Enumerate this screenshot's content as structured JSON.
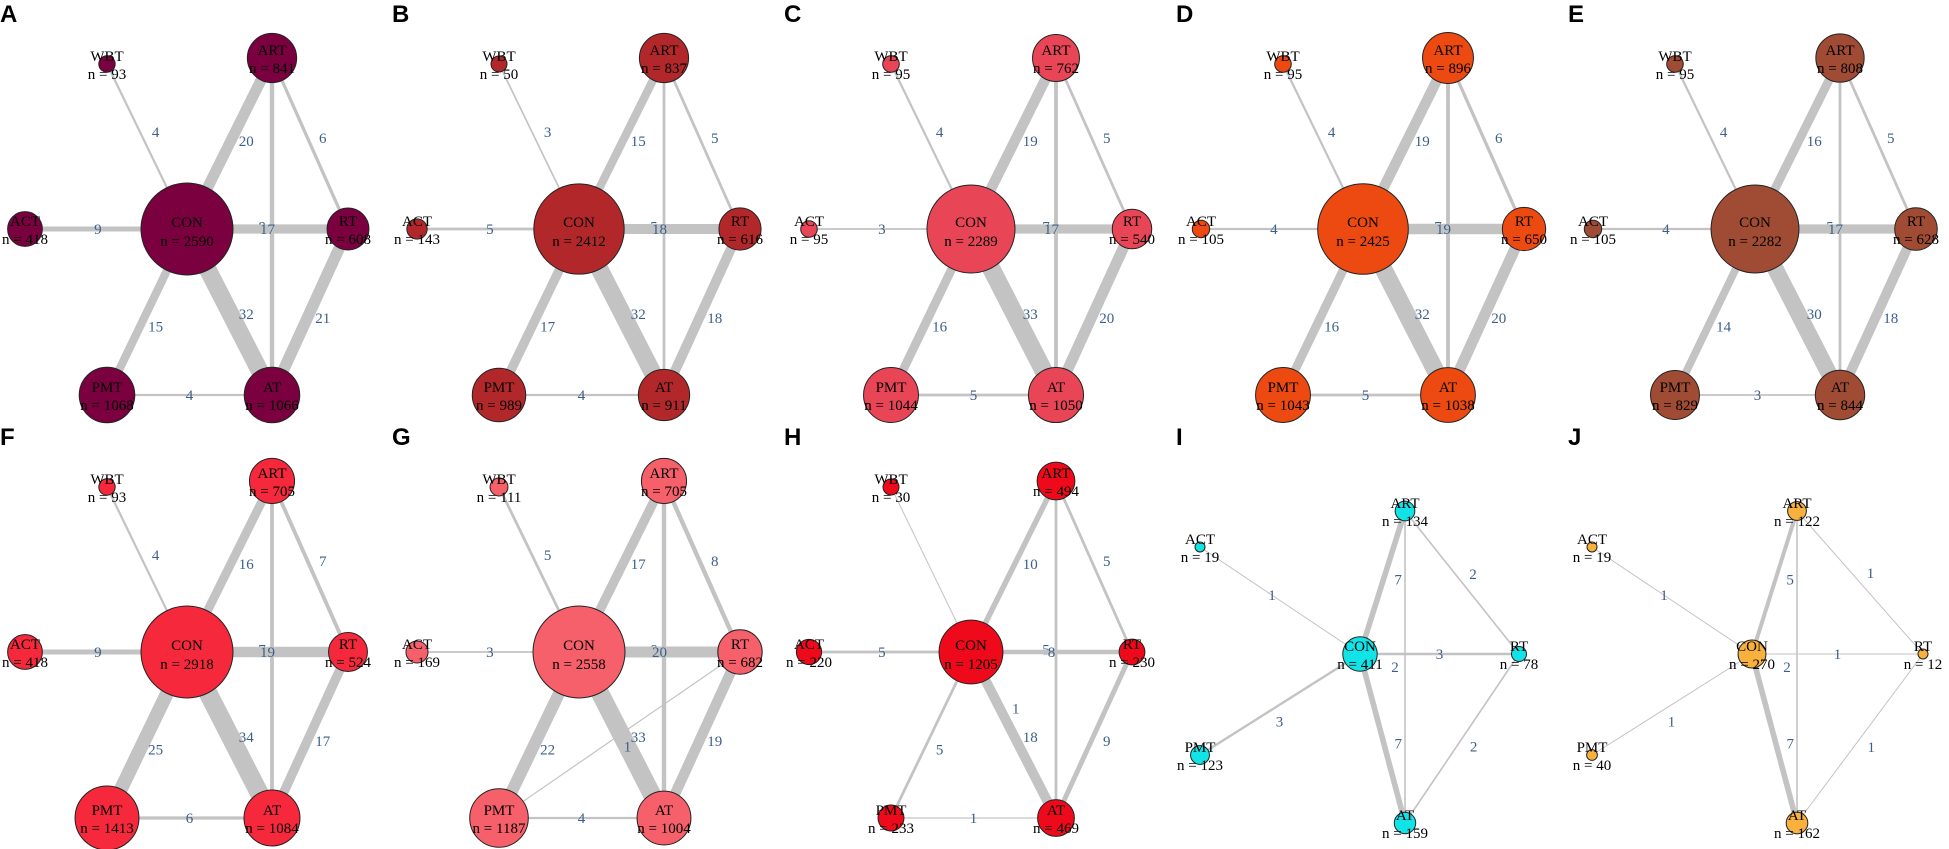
{
  "panels": [
    {
      "letter": "A",
      "color": "#7a0040",
      "nodes": [
        {
          "id": "WBT",
          "label": "WBT",
          "n": "n = 93"
        },
        {
          "id": "ART",
          "label": "ART",
          "n": "n = 841"
        },
        {
          "id": "ACT",
          "label": "ACT",
          "n": "n = 418"
        },
        {
          "id": "CON",
          "label": "CON",
          "n": "n = 2590"
        },
        {
          "id": "RT",
          "label": "RT",
          "n": "n = 608"
        },
        {
          "id": "PMT",
          "label": "PMT",
          "n": "n = 1068"
        },
        {
          "id": "AT",
          "label": "AT",
          "n": "n = 1066"
        }
      ],
      "edges": [
        {
          "a": "WBT",
          "b": "CON",
          "w": "4"
        },
        {
          "a": "ART",
          "b": "CON",
          "w": "20"
        },
        {
          "a": "ART",
          "b": "RT",
          "w": "6"
        },
        {
          "a": "ART",
          "b": "AT",
          "w": "8"
        },
        {
          "a": "ACT",
          "b": "CON",
          "w": "9"
        },
        {
          "a": "CON",
          "b": "RT",
          "w": "17"
        },
        {
          "a": "CON",
          "b": "PMT",
          "w": "15"
        },
        {
          "a": "CON",
          "b": "AT",
          "w": "32"
        },
        {
          "a": "RT",
          "b": "AT",
          "w": "21"
        },
        {
          "a": "PMT",
          "b": "AT",
          "w": "4"
        }
      ]
    },
    {
      "letter": "B",
      "color": "#b2282a",
      "nodes": [
        {
          "id": "WBT",
          "label": "WBT",
          "n": "n = 50"
        },
        {
          "id": "ART",
          "label": "ART",
          "n": "n = 837"
        },
        {
          "id": "ACT",
          "label": "ACT",
          "n": "n = 143"
        },
        {
          "id": "CON",
          "label": "CON",
          "n": "n = 2412"
        },
        {
          "id": "RT",
          "label": "RT",
          "n": "n = 616"
        },
        {
          "id": "PMT",
          "label": "PMT",
          "n": "n = 989"
        },
        {
          "id": "AT",
          "label": "AT",
          "n": "n = 911"
        }
      ],
      "edges": [
        {
          "a": "WBT",
          "b": "CON",
          "w": "3"
        },
        {
          "a": "ART",
          "b": "CON",
          "w": "15"
        },
        {
          "a": "ART",
          "b": "RT",
          "w": "5"
        },
        {
          "a": "ART",
          "b": "AT",
          "w": "5"
        },
        {
          "a": "ACT",
          "b": "CON",
          "w": "5"
        },
        {
          "a": "CON",
          "b": "RT",
          "w": "18"
        },
        {
          "a": "CON",
          "b": "PMT",
          "w": "17"
        },
        {
          "a": "CON",
          "b": "AT",
          "w": "32"
        },
        {
          "a": "RT",
          "b": "AT",
          "w": "18"
        },
        {
          "a": "PMT",
          "b": "AT",
          "w": "4"
        }
      ]
    },
    {
      "letter": "C",
      "color": "#e84657",
      "nodes": [
        {
          "id": "WBT",
          "label": "WBT",
          "n": "n = 95"
        },
        {
          "id": "ART",
          "label": "ART",
          "n": "n = 762"
        },
        {
          "id": "ACT",
          "label": "ACT",
          "n": "n = 95"
        },
        {
          "id": "CON",
          "label": "CON",
          "n": "n = 2289"
        },
        {
          "id": "RT",
          "label": "RT",
          "n": "n = 540"
        },
        {
          "id": "PMT",
          "label": "PMT",
          "n": "n = 1044"
        },
        {
          "id": "AT",
          "label": "AT",
          "n": "n = 1050"
        }
      ],
      "edges": [
        {
          "a": "WBT",
          "b": "CON",
          "w": "4"
        },
        {
          "a": "ART",
          "b": "CON",
          "w": "19"
        },
        {
          "a": "ART",
          "b": "RT",
          "w": "5"
        },
        {
          "a": "ART",
          "b": "AT",
          "w": "7"
        },
        {
          "a": "ACT",
          "b": "CON",
          "w": "3"
        },
        {
          "a": "CON",
          "b": "RT",
          "w": "17"
        },
        {
          "a": "CON",
          "b": "PMT",
          "w": "16"
        },
        {
          "a": "CON",
          "b": "AT",
          "w": "33"
        },
        {
          "a": "RT",
          "b": "AT",
          "w": "20"
        },
        {
          "a": "PMT",
          "b": "AT",
          "w": "5"
        }
      ]
    },
    {
      "letter": "D",
      "color": "#ec4a10",
      "nodes": [
        {
          "id": "WBT",
          "label": "WBT",
          "n": "n = 95"
        },
        {
          "id": "ART",
          "label": "ART",
          "n": "n = 896"
        },
        {
          "id": "ACT",
          "label": "ACT",
          "n": "n = 105"
        },
        {
          "id": "CON",
          "label": "CON",
          "n": "n = 2425"
        },
        {
          "id": "RT",
          "label": "RT",
          "n": "n = 650"
        },
        {
          "id": "PMT",
          "label": "PMT",
          "n": "n = 1043"
        },
        {
          "id": "AT",
          "label": "AT",
          "n": "n = 1038"
        }
      ],
      "edges": [
        {
          "a": "WBT",
          "b": "CON",
          "w": "4"
        },
        {
          "a": "ART",
          "b": "CON",
          "w": "19"
        },
        {
          "a": "ART",
          "b": "RT",
          "w": "6"
        },
        {
          "a": "ART",
          "b": "AT",
          "w": "7"
        },
        {
          "a": "ACT",
          "b": "CON",
          "w": "4"
        },
        {
          "a": "CON",
          "b": "RT",
          "w": "19"
        },
        {
          "a": "CON",
          "b": "PMT",
          "w": "16"
        },
        {
          "a": "CON",
          "b": "AT",
          "w": "32"
        },
        {
          "a": "RT",
          "b": "AT",
          "w": "20"
        },
        {
          "a": "PMT",
          "b": "AT",
          "w": "5"
        }
      ]
    },
    {
      "letter": "E",
      "color": "#a04b34",
      "nodes": [
        {
          "id": "WBT",
          "label": "WBT",
          "n": "n = 95"
        },
        {
          "id": "ART",
          "label": "ART",
          "n": "n = 808"
        },
        {
          "id": "ACT",
          "label": "ACT",
          "n": "n = 105"
        },
        {
          "id": "CON",
          "label": "CON",
          "n": "n = 2282"
        },
        {
          "id": "RT",
          "label": "RT",
          "n": "n = 628"
        },
        {
          "id": "PMT",
          "label": "PMT",
          "n": "n = 829"
        },
        {
          "id": "AT",
          "label": "AT",
          "n": "n = 844"
        }
      ],
      "edges": [
        {
          "a": "WBT",
          "b": "CON",
          "w": "4"
        },
        {
          "a": "ART",
          "b": "CON",
          "w": "16"
        },
        {
          "a": "ART",
          "b": "RT",
          "w": "5"
        },
        {
          "a": "ART",
          "b": "AT",
          "w": "5"
        },
        {
          "a": "ACT",
          "b": "CON",
          "w": "4"
        },
        {
          "a": "CON",
          "b": "RT",
          "w": "17"
        },
        {
          "a": "CON",
          "b": "PMT",
          "w": "14"
        },
        {
          "a": "CON",
          "b": "AT",
          "w": "30"
        },
        {
          "a": "RT",
          "b": "AT",
          "w": "18"
        },
        {
          "a": "PMT",
          "b": "AT",
          "w": "3"
        }
      ]
    },
    {
      "letter": "F",
      "color": "#f5293b",
      "nodes": [
        {
          "id": "WBT",
          "label": "WBT",
          "n": "n = 93"
        },
        {
          "id": "ART",
          "label": "ART",
          "n": "n = 705"
        },
        {
          "id": "ACT",
          "label": "ACT",
          "n": "n = 418"
        },
        {
          "id": "CON",
          "label": "CON",
          "n": "n = 2918"
        },
        {
          "id": "RT",
          "label": "RT",
          "n": "n = 524"
        },
        {
          "id": "PMT",
          "label": "PMT",
          "n": "n = 1413"
        },
        {
          "id": "AT",
          "label": "AT",
          "n": "n = 1084"
        }
      ],
      "edges": [
        {
          "a": "WBT",
          "b": "CON",
          "w": "4"
        },
        {
          "a": "ART",
          "b": "CON",
          "w": "16"
        },
        {
          "a": "ART",
          "b": "RT",
          "w": "7"
        },
        {
          "a": "ART",
          "b": "AT",
          "w": "7"
        },
        {
          "a": "ACT",
          "b": "CON",
          "w": "9"
        },
        {
          "a": "CON",
          "b": "RT",
          "w": "19"
        },
        {
          "a": "CON",
          "b": "PMT",
          "w": "25"
        },
        {
          "a": "CON",
          "b": "AT",
          "w": "34"
        },
        {
          "a": "RT",
          "b": "AT",
          "w": "17"
        },
        {
          "a": "PMT",
          "b": "AT",
          "w": "6"
        }
      ]
    },
    {
      "letter": "G",
      "color": "#f6606a",
      "nodes": [
        {
          "id": "WBT",
          "label": "WBT",
          "n": "n = 111"
        },
        {
          "id": "ART",
          "label": "ART",
          "n": "n = 705"
        },
        {
          "id": "ACT",
          "label": "ACT",
          "n": "n = 169"
        },
        {
          "id": "CON",
          "label": "CON",
          "n": "n = 2558"
        },
        {
          "id": "RT",
          "label": "RT",
          "n": "n = 682"
        },
        {
          "id": "PMT",
          "label": "PMT",
          "n": "n = 1187"
        },
        {
          "id": "AT",
          "label": "AT",
          "n": "n = 1004"
        }
      ],
      "edges": [
        {
          "a": "WBT",
          "b": "CON",
          "w": "5"
        },
        {
          "a": "ART",
          "b": "CON",
          "w": "17"
        },
        {
          "a": "ART",
          "b": "RT",
          "w": "8"
        },
        {
          "a": "ART",
          "b": "AT",
          "w": "8"
        },
        {
          "a": "ACT",
          "b": "CON",
          "w": "3"
        },
        {
          "a": "CON",
          "b": "RT",
          "w": "20"
        },
        {
          "a": "CON",
          "b": "PMT",
          "w": "22"
        },
        {
          "a": "CON",
          "b": "AT",
          "w": "33"
        },
        {
          "a": "RT",
          "b": "AT",
          "w": "19"
        },
        {
          "a": "RT",
          "b": "PMT",
          "w": "1"
        },
        {
          "a": "PMT",
          "b": "AT",
          "w": "4"
        }
      ]
    },
    {
      "letter": "H",
      "color": "#ee0a1a",
      "nodes": [
        {
          "id": "WBT",
          "label": "WBT",
          "n": "n = 30"
        },
        {
          "id": "ART",
          "label": "ART",
          "n": "n = 494"
        },
        {
          "id": "ACT",
          "label": "ACT",
          "n": "n = 220"
        },
        {
          "id": "CON",
          "label": "CON",
          "n": "n = 1205"
        },
        {
          "id": "RT",
          "label": "RT",
          "n": "n = 230"
        },
        {
          "id": "PMT",
          "label": "PMT",
          "n": "n = 233"
        },
        {
          "id": "AT",
          "label": "AT",
          "n": "n = 469"
        }
      ],
      "edges": [
        {
          "a": "WBT",
          "b": "CON",
          "w": ""
        },
        {
          "a": "ART",
          "b": "CON",
          "w": "10"
        },
        {
          "a": "ART",
          "b": "RT",
          "w": "5"
        },
        {
          "a": "ART",
          "b": "AT",
          "w": "5"
        },
        {
          "a": "ACT",
          "b": "CON",
          "w": "5"
        },
        {
          "a": "CON",
          "b": "RT",
          "w": "8"
        },
        {
          "a": "CON",
          "b": "PMT",
          "w": "5"
        },
        {
          "a": "CON",
          "b": "AT",
          "w": "18"
        },
        {
          "a": "CON",
          "b": "AT2",
          "w": "1"
        },
        {
          "a": "RT",
          "b": "AT",
          "w": "9"
        },
        {
          "a": "PMT",
          "b": "AT",
          "w": "1"
        }
      ]
    },
    {
      "letter": "I",
      "color": "#12e3e6",
      "nodes": [
        {
          "id": "ART",
          "label": "ART",
          "n": "n = 134"
        },
        {
          "id": "ACT",
          "label": "ACT",
          "n": "n = 19"
        },
        {
          "id": "CON",
          "label": "CON",
          "n": "n = 411"
        },
        {
          "id": "RT",
          "label": "RT",
          "n": "n = 78"
        },
        {
          "id": "PMT",
          "label": "PMT",
          "n": "n = 123"
        },
        {
          "id": "AT",
          "label": "AT",
          "n": "n = 159"
        }
      ],
      "edges": [
        {
          "a": "ART",
          "b": "CON",
          "w": "7"
        },
        {
          "a": "ART",
          "b": "RT",
          "w": "2"
        },
        {
          "a": "ART",
          "b": "AT",
          "w": "2"
        },
        {
          "a": "ACT",
          "b": "CON",
          "w": "1"
        },
        {
          "a": "CON",
          "b": "RT",
          "w": "3"
        },
        {
          "a": "CON",
          "b": "PMT",
          "w": "3"
        },
        {
          "a": "CON",
          "b": "AT",
          "w": "7"
        },
        {
          "a": "RT",
          "b": "AT",
          "w": "2"
        }
      ]
    },
    {
      "letter": "J",
      "color": "#f8b13c",
      "nodes": [
        {
          "id": "ART",
          "label": "ART",
          "n": "n = 122"
        },
        {
          "id": "ACT",
          "label": "ACT",
          "n": "n = 19"
        },
        {
          "id": "CON",
          "label": "CON",
          "n": "n = 270"
        },
        {
          "id": "RT",
          "label": "RT",
          "n": "n = 12"
        },
        {
          "id": "PMT",
          "label": "PMT",
          "n": "n = 40"
        },
        {
          "id": "AT",
          "label": "AT",
          "n": "n = 162"
        }
      ],
      "edges": [
        {
          "a": "ART",
          "b": "CON",
          "w": "5"
        },
        {
          "a": "ART",
          "b": "RT",
          "w": "1"
        },
        {
          "a": "ART",
          "b": "AT",
          "w": "2"
        },
        {
          "a": "ACT",
          "b": "CON",
          "w": "1"
        },
        {
          "a": "CON",
          "b": "RT",
          "w": "1"
        },
        {
          "a": "CON",
          "b": "PMT",
          "w": "1"
        },
        {
          "a": "CON",
          "b": "AT",
          "w": "7"
        },
        {
          "a": "RT",
          "b": "AT",
          "w": "1"
        }
      ]
    }
  ]
}
